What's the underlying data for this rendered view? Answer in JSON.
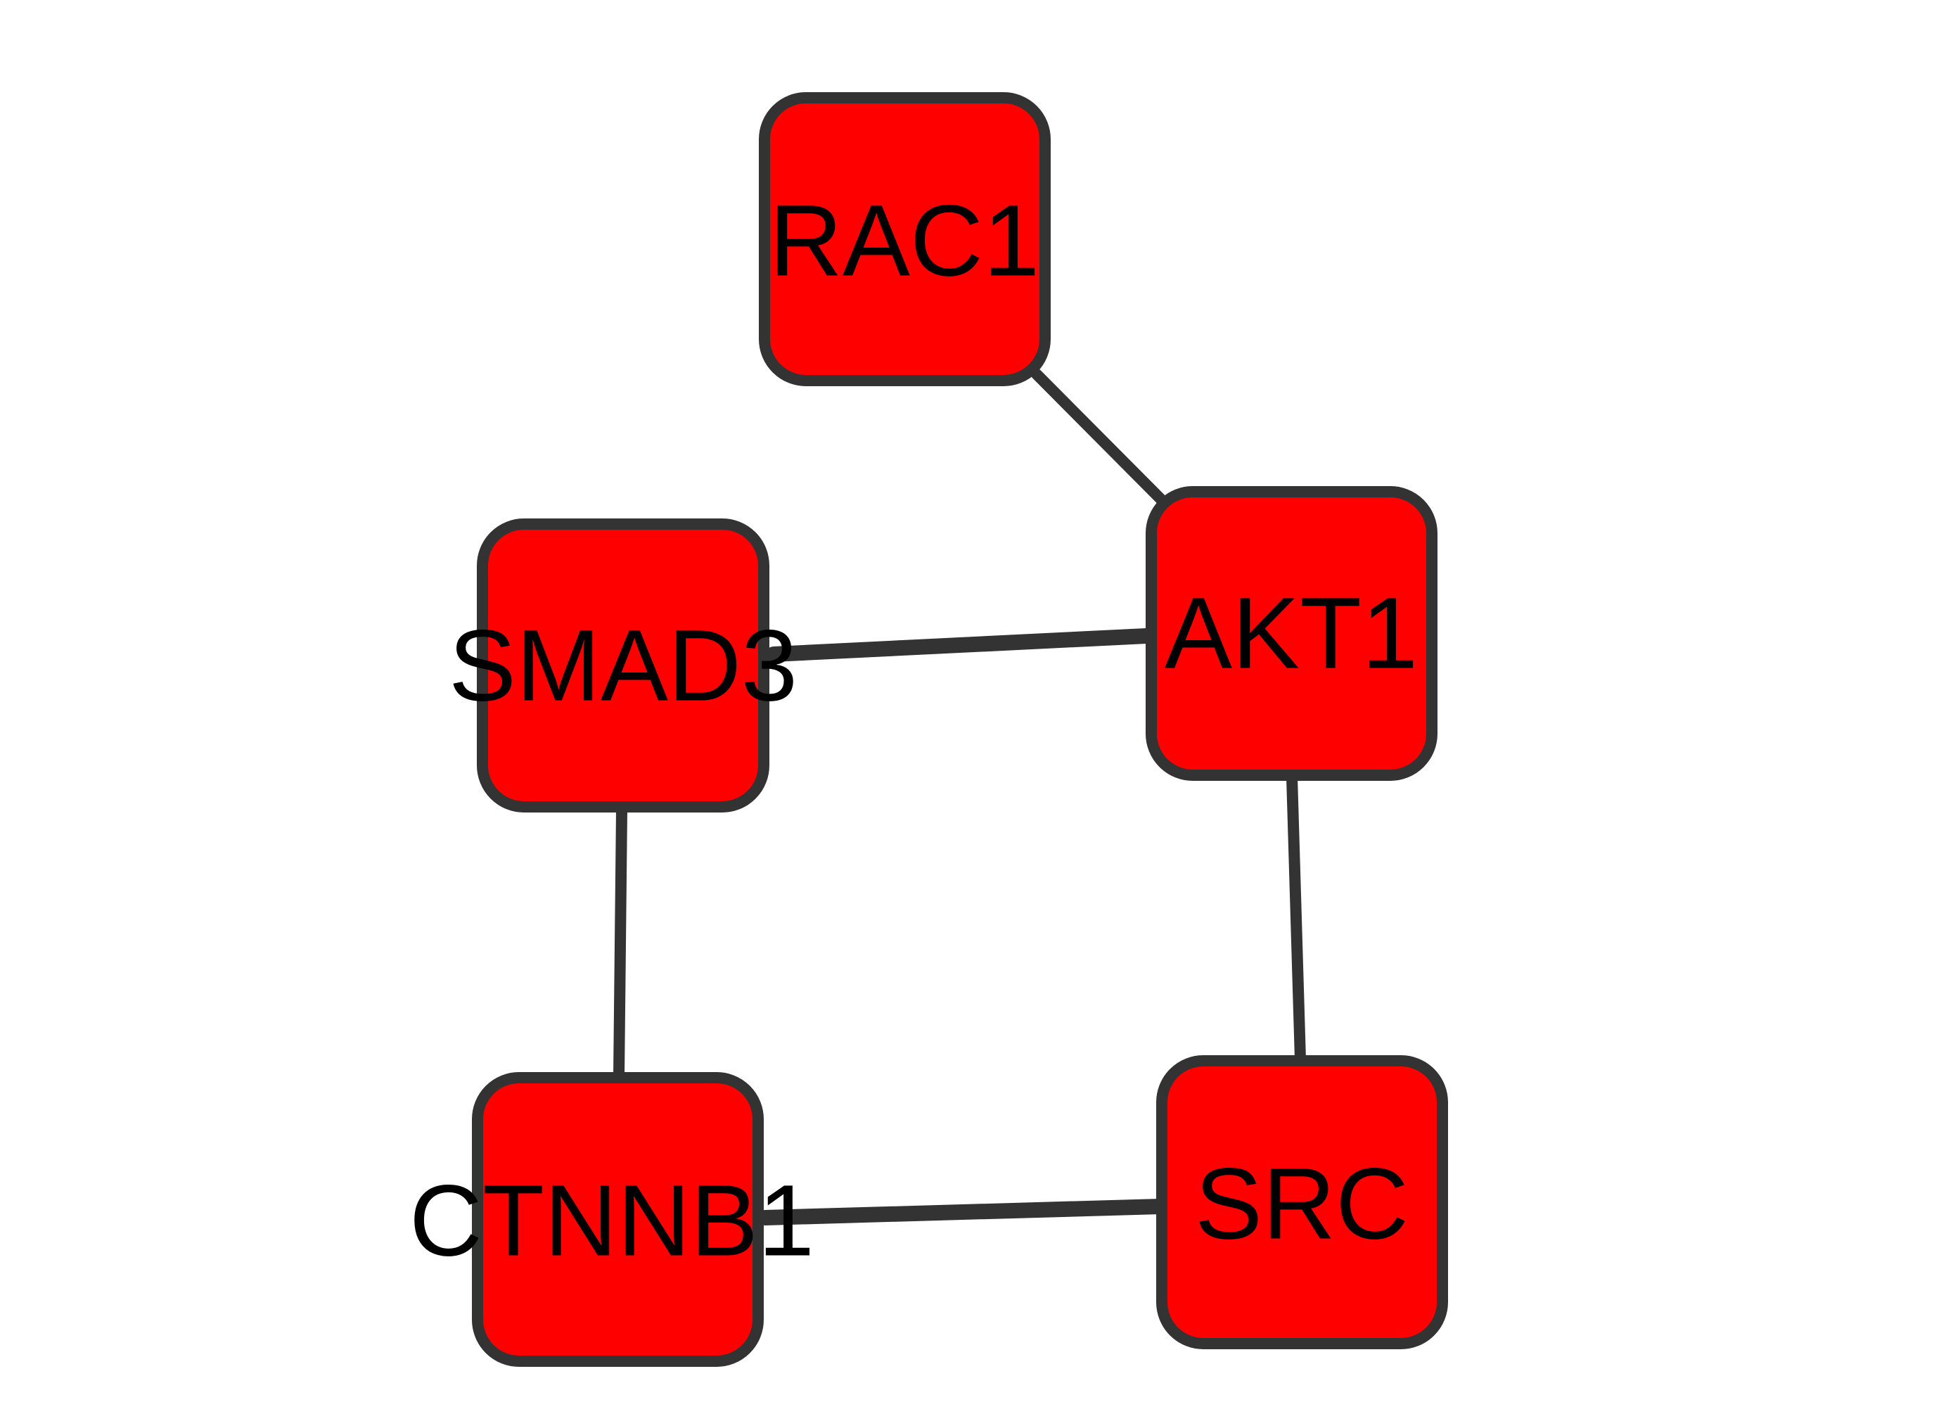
{
  "network": {
    "nodes": [
      {
        "id": "rac1",
        "label": "RAC1"
      },
      {
        "id": "akt1",
        "label": "AKT1"
      },
      {
        "id": "smad3",
        "label": "SMAD3"
      },
      {
        "id": "ctnnb1",
        "label": "CTNNB1"
      },
      {
        "id": "src",
        "label": "SRC"
      }
    ],
    "edges": [
      {
        "source": "rac1",
        "target": "akt1"
      },
      {
        "source": "smad3",
        "target": "akt1"
      },
      {
        "source": "akt1",
        "target": "src"
      },
      {
        "source": "smad3",
        "target": "ctnnb1"
      },
      {
        "source": "ctnnb1",
        "target": "src"
      }
    ]
  },
  "colors": {
    "node_fill": "#ff0000",
    "node_border": "#333333",
    "edge": "#333333",
    "label": "#000000"
  }
}
